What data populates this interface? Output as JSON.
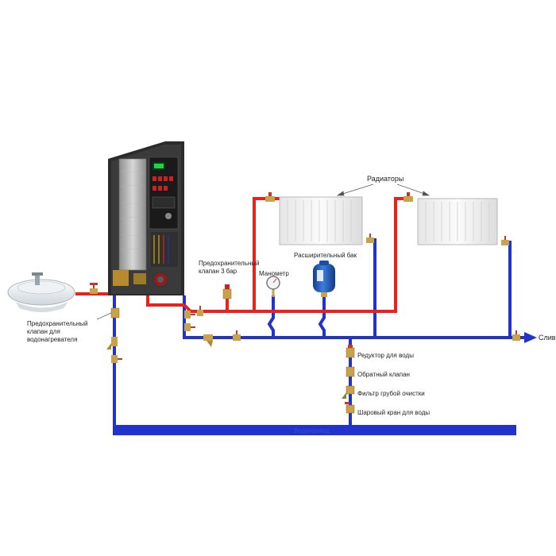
{
  "labels": {
    "radiators": "Радиаторы",
    "safety_valve_3bar_line1": "Предохранительный",
    "safety_valve_3bar_line2": "клапан 3 бар",
    "manometer": "Манометр",
    "expansion_tank": "Расширительный бак",
    "safety_valve_heater_line1": "Предохранительный",
    "safety_valve_heater_line2": "клапан для",
    "safety_valve_heater_line3": "водонагревателя",
    "drain": "Слив",
    "pressure_reducer": "Редуктор для воды",
    "check_valve": "Обратный клапан",
    "coarse_filter": "Фильтр грубой очистки",
    "ball_valve": "Шаровый кран для воды",
    "water_main": "Водопровод"
  },
  "colors": {
    "supply_pipe": "#e8231f",
    "return_pipe": "#2233cc",
    "boiler_body": "#2b2b2b",
    "radiator": "#f2f2f2",
    "tank": "#1f5fbf",
    "valve_brass": "#c9a24a",
    "valve_handle": "#c0392b"
  }
}
